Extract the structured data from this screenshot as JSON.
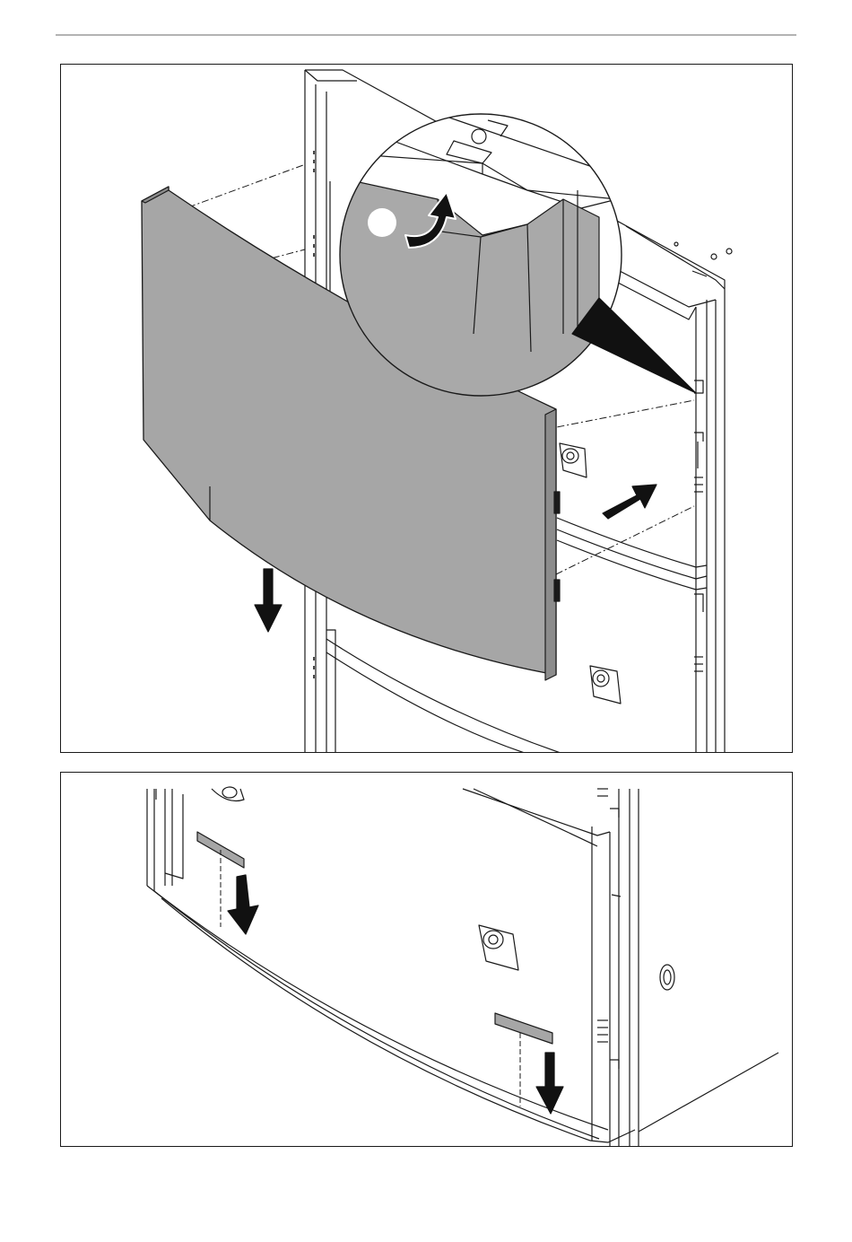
{
  "figure": {
    "top_panel": {
      "steps": [
        "tilt-cover-release",
        "pull-cover-down",
        "push-cover-back"
      ]
    },
    "bottom_panel": {
      "steps": [
        "lower-cover-onto-rail"
      ]
    }
  },
  "colors": {
    "outline": "#1a1a1a",
    "cover_fill": "#a6a6a6",
    "cover_edge": "#8c8c8c",
    "lens_gray": "#a9a9a9",
    "arrow": "#111111",
    "rule": "#b3b3b3",
    "background": "#ffffff"
  },
  "icons": [
    "arrow-down-icon",
    "arrow-right-icon",
    "curved-arrow-icon",
    "magnifier-circle-icon",
    "grip-hole-icon",
    "rail-strip-icon"
  ]
}
